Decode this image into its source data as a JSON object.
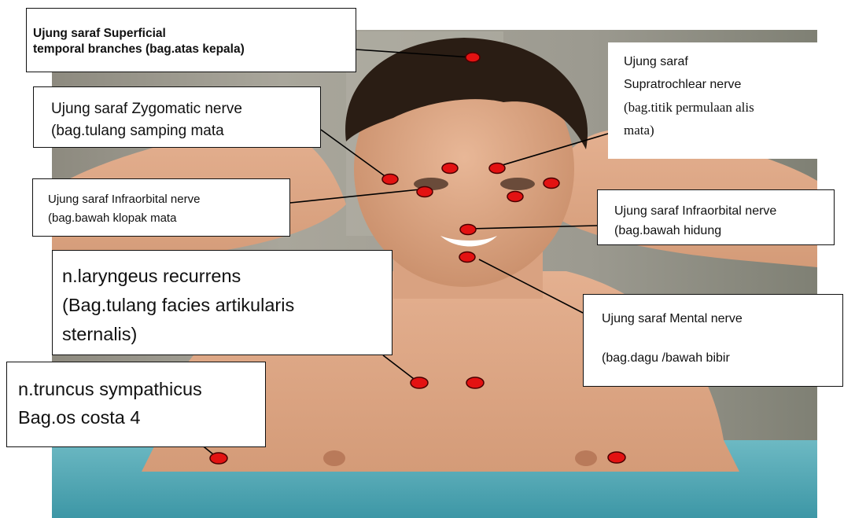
{
  "labels": {
    "superficial": {
      "line1_bold": "Ujung saraf",
      "line1_rest": " Superficial",
      "line2": "temporal branches (bag.atas kepala)"
    },
    "supratrochlear": {
      "line1": "Ujung saraf",
      "line2": "Supratrochlear nerve",
      "line3": "(bag.titik permulaan alis",
      "line4": "mata)"
    },
    "zygomatic": {
      "line1": "Ujung saraf Zygomatic nerve",
      "line2": "(bag.tulang samping mata"
    },
    "infraorbital_eye": {
      "line1": "Ujung saraf Infraorbital nerve",
      "line2": "(bag.bawah klopak mata"
    },
    "infraorbital_nose": {
      "line1": "Ujung saraf Infraorbital nerve",
      "line2": "(bag.bawah hidung"
    },
    "laryngeus": {
      "line1": "n.laryngeus recurrens",
      "line2": "(Bag.tulang facies artikularis",
      "line3": "sternalis)"
    },
    "mental": {
      "line1": "Ujung saraf Mental nerve",
      "line2": "(bag.dagu /bawah bibir"
    },
    "truncus": {
      "line1": "n.truncus sympathicus",
      "line2": "Bag.os costa 4"
    }
  },
  "colors": {
    "marker_fill": "#e31212",
    "marker_stroke": "#4a0000",
    "leader_line": "#000000"
  }
}
